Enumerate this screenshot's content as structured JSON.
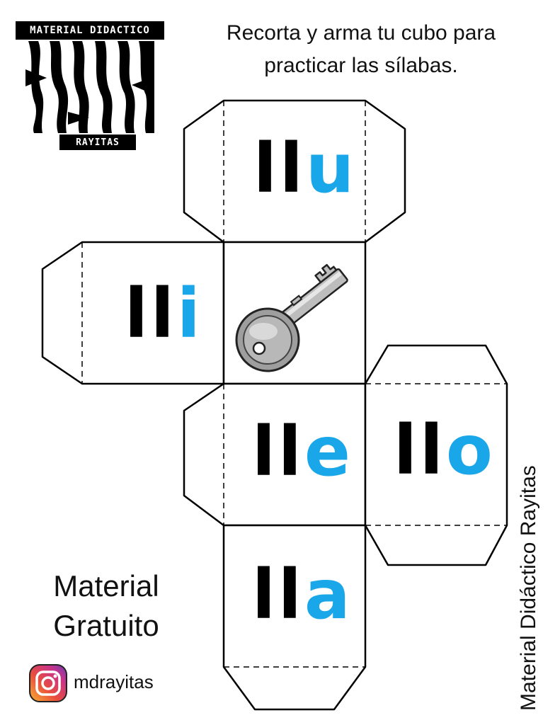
{
  "logo": {
    "top_text": "MATERIAL DIDACTICO",
    "bottom_text": "RAYITAS"
  },
  "instructions": {
    "line1": "Recorta y arma tu cubo para",
    "line2": "practicar las sílabas."
  },
  "faces": [
    {
      "id": "top",
      "consonant": "ll",
      "vowel": "u"
    },
    {
      "id": "left",
      "consonant": "ll",
      "vowel": "i"
    },
    {
      "id": "center",
      "picture": "key-icon"
    },
    {
      "id": "middle",
      "consonant": "ll",
      "vowel": "e"
    },
    {
      "id": "right",
      "consonant": "ll",
      "vowel": "o"
    },
    {
      "id": "bottom",
      "consonant": "ll",
      "vowel": "a"
    }
  ],
  "free": {
    "line1": "Material",
    "line2": "Gratuito"
  },
  "social": {
    "icon": "instagram-icon",
    "handle": "mdrayitas"
  },
  "side_brand": "Material Didáctico Rayitas",
  "colors": {
    "vowel": "#1aa7ea",
    "consonant": "#000000"
  }
}
